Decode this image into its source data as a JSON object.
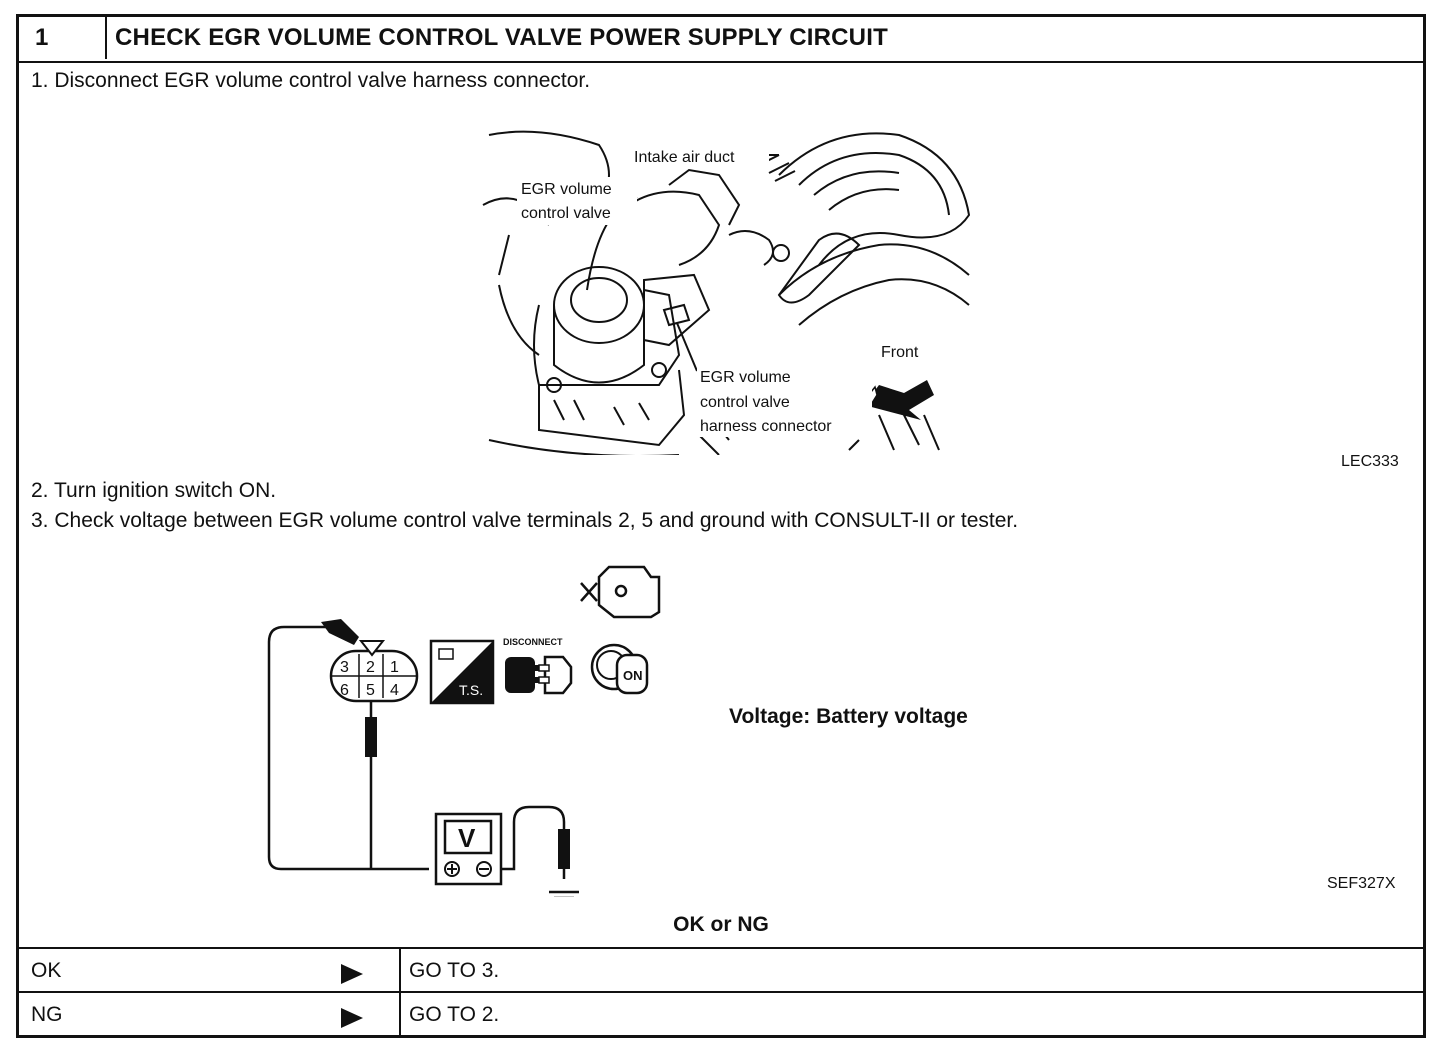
{
  "header": {
    "number": "1",
    "title": "CHECK EGR VOLUME CONTROL VALVE POWER SUPPLY CIRCUIT"
  },
  "steps": [
    "1.  Disconnect EGR volume control valve harness connector.",
    "2.  Turn ignition switch ON.",
    "3.  Check voltage between EGR volume control valve terminals 2, 5 and ground with CONSULT-II or tester."
  ],
  "figure1": {
    "label_intake": "Intake air duct",
    "label_valve_1": "EGR volume",
    "label_valve_2": "control valve",
    "label_conn_1": "EGR volume",
    "label_conn_2": "control valve",
    "label_conn_3": "harness connector",
    "label_front": "Front",
    "code": "LEC333"
  },
  "figure2": {
    "disconnect_label": "DISCONNECT",
    "ts_label": "T.S.",
    "on_label": "ON",
    "meter_label": "V",
    "terminals": [
      "3",
      "2",
      "1",
      "6",
      "5",
      "4"
    ],
    "voltage_spec": "Voltage: Battery voltage",
    "code": "SEF327X"
  },
  "result": {
    "title": "OK or NG",
    "rows": [
      {
        "key": "OK",
        "action": "GO TO 3."
      },
      {
        "key": "NG",
        "action": "GO TO 2."
      }
    ]
  },
  "icons": [
    "triangle-pointer-icon",
    "tool-ts-icon",
    "disconnect-connector-icon",
    "ignition-key-on-icon",
    "engine-icon",
    "voltmeter-icon",
    "ground-icon",
    "front-arrow-icon"
  ]
}
